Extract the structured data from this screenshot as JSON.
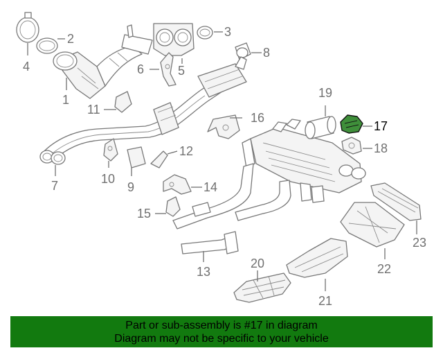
{
  "highlight": {
    "part": "17",
    "color": "#3f8f3a"
  },
  "callouts": {
    "c1": "1",
    "c2": "2",
    "c3": "3",
    "c4": "4",
    "c5": "5",
    "c6": "6",
    "c7": "7",
    "c8": "8",
    "c9": "9",
    "c10": "10",
    "c11": "11",
    "c12": "12",
    "c13": "13",
    "c14": "14",
    "c15": "15",
    "c16": "16",
    "c17": "17",
    "c18": "18",
    "c19": "19",
    "c20": "20",
    "c21": "21",
    "c22": "22",
    "c23": "23"
  },
  "banner": {
    "line1": "Part or sub-assembly is #17 in diagram",
    "line2": "Diagram may not be specific to your vehicle",
    "background": "#127a0f"
  }
}
